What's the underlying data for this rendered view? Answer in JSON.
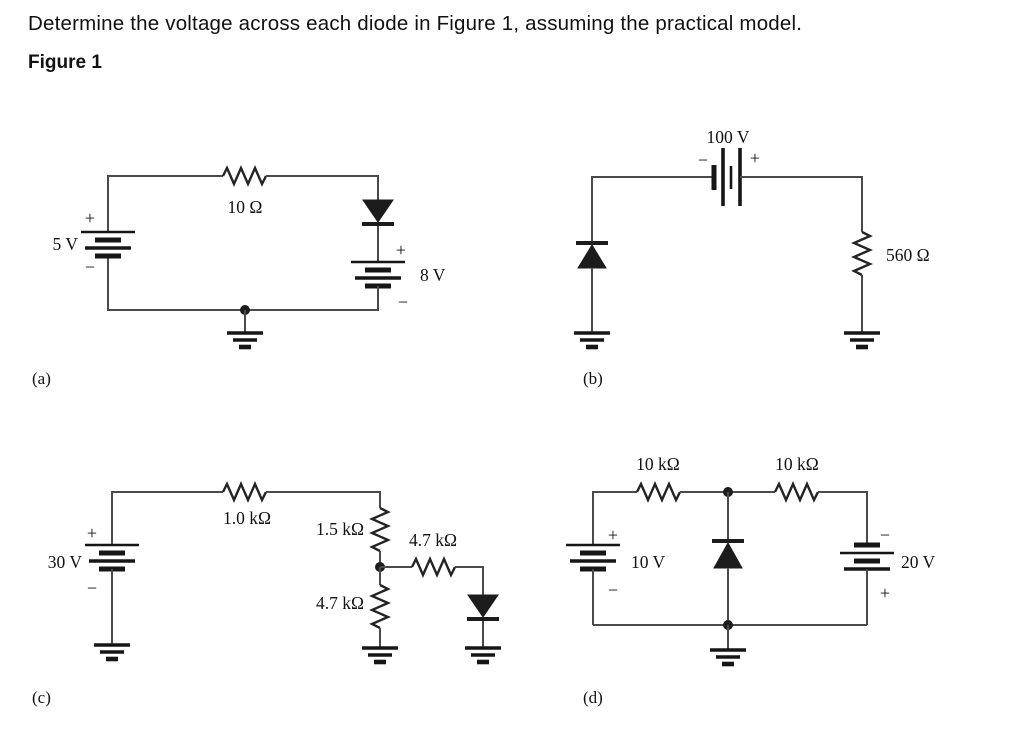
{
  "header": {
    "question": "Determine the voltage across each diode in Figure 1, assuming the practical model.",
    "figure_label": "Figure 1"
  },
  "symbols": {
    "plus": "+",
    "minus": "−"
  },
  "circuit_a": {
    "label": "(a)",
    "source": "5 V",
    "resistor": "10 Ω",
    "battery": "8 V"
  },
  "circuit_b": {
    "label": "(b)",
    "source": "100 V",
    "resistor": "560 Ω"
  },
  "circuit_c": {
    "label": "(c)",
    "source": "30 V",
    "resistor_series": "1.0 kΩ",
    "resistor_upper": "1.5 kΩ",
    "resistor_branch": "4.7 kΩ",
    "resistor_lower": "4.7 kΩ"
  },
  "circuit_d": {
    "label": "(d)",
    "source_left": "10 V",
    "source_right": "20 V",
    "resistor_left": "10 kΩ",
    "resistor_right": "10 kΩ"
  }
}
